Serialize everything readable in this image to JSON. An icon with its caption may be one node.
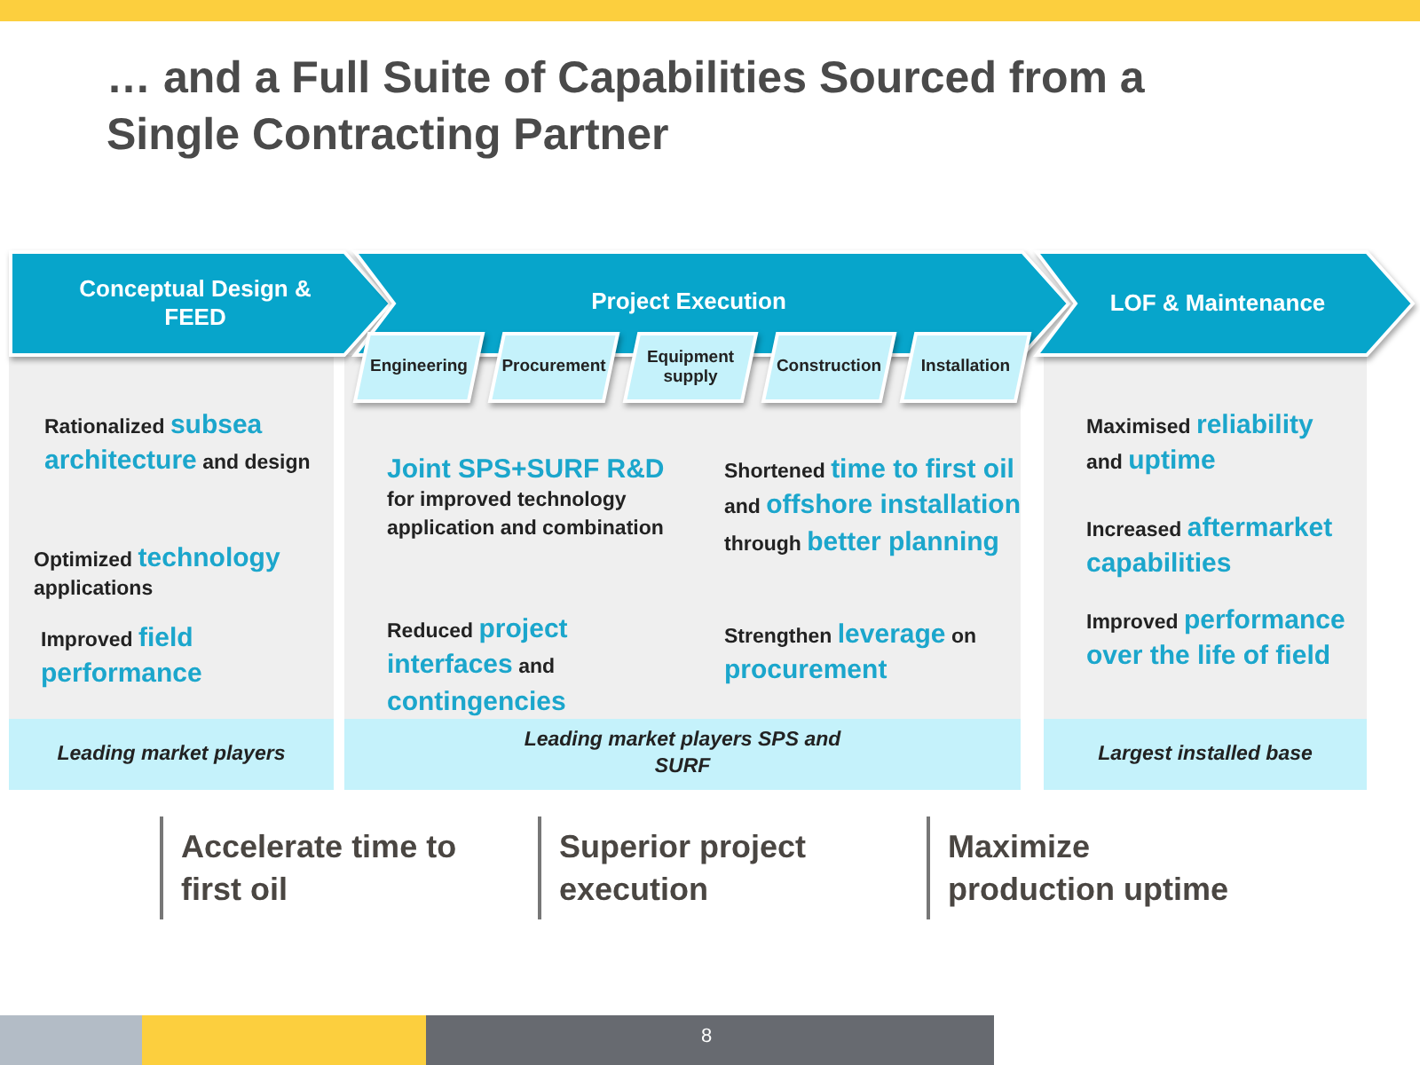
{
  "diagram": {
    "title": "… and a Full Suite of Capabilities Sourced from a Single Contracting Partner",
    "nodes": [
      {
        "text": [
          "Conceptual Design & FEED"
        ]
      },
      {
        "text": [
          "Project Execution"
        ]
      },
      {
        "text": [
          "Engineering"
        ]
      },
      {
        "text": [
          "Procurement"
        ]
      },
      {
        "text": [
          "Equipment supply"
        ]
      },
      {
        "text": [
          "Construction"
        ]
      },
      {
        "text": [
          "Installation"
        ]
      },
      {
        "text": [
          "LOF & Maintenance"
        ]
      },
      {
        "text": [
          "Rationalized **subsea architecture** and design",
          "Optimized **technology** applications",
          "Improved **field performance**"
        ]
      },
      {
        "text": [
          "Leading market players"
        ],
        "in": 8
      },
      {
        "text": [
          "**Joint SPS+SURF R&D** for improved technology application and combination",
          "Reduced **project interfaces** and **contingencies**",
          "Shortened **time to first oil** and **offshore installation** through **better planning**",
          "Strengthen **leverage** on **procurement**"
        ]
      },
      {
        "text": [
          "Leading market players SPS and SURF"
        ],
        "in": 10
      },
      {
        "text": [
          "Maximised **reliability** and **uptime**",
          "Increased **aftermarket capabilities**",
          "Improved **performance over the life of field**"
        ]
      },
      {
        "text": [
          "Largest installed base"
        ],
        "in": 12
      }
    ],
    "labels": [
      "Accelerate time to first oil",
      "Superior project execution",
      "Maximize production uptime",
      "8"
    ]
  }
}
